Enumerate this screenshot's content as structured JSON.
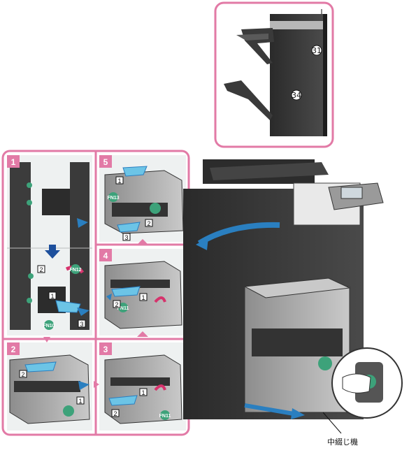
{
  "machine_label": "中綴じ機",
  "callouts": {
    "c31": "31",
    "c34": "34"
  },
  "steps": [
    "1",
    "2",
    "3",
    "4",
    "5"
  ],
  "fn_labels": {
    "fn12": "FN12",
    "fn10": "FN10",
    "fn11": "FN11",
    "fn13": "FN13"
  },
  "tags": {
    "t1": "1",
    "t2": "2",
    "t3": "3"
  },
  "colors": {
    "accent": "#e27aa6",
    "arrow": "#2a7fc0",
    "screen": "#f3c3d6"
  }
}
